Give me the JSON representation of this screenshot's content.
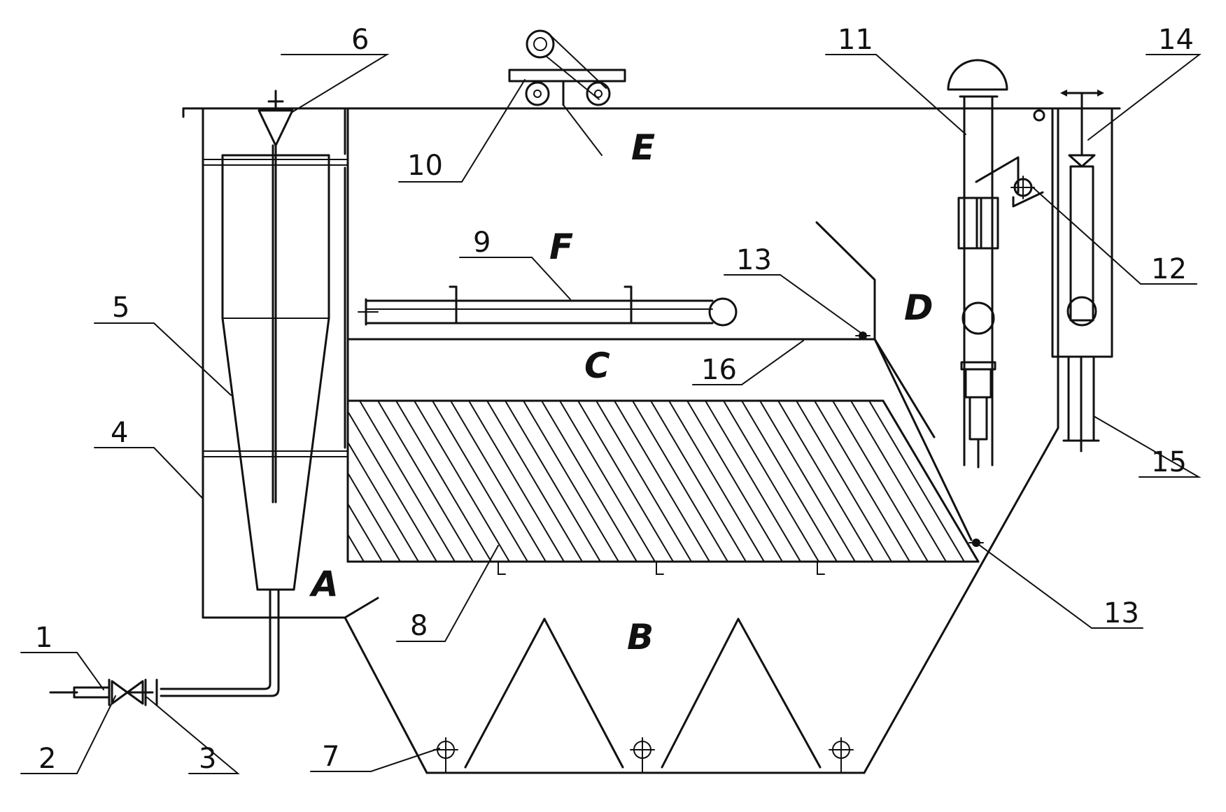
{
  "labels": {
    "n1": "1",
    "n2": "2",
    "n3": "3",
    "n4": "4",
    "n5": "5",
    "n6": "6",
    "n7": "7",
    "n8": "8",
    "n9": "9",
    "n10": "10",
    "n11": "11",
    "n12": "12",
    "n13a": "13",
    "n13b": "13",
    "n14": "14",
    "n15": "15",
    "n16": "16"
  },
  "zones": {
    "A": "A",
    "B": "B",
    "C": "C",
    "D": "D",
    "E": "E",
    "F": "F"
  }
}
